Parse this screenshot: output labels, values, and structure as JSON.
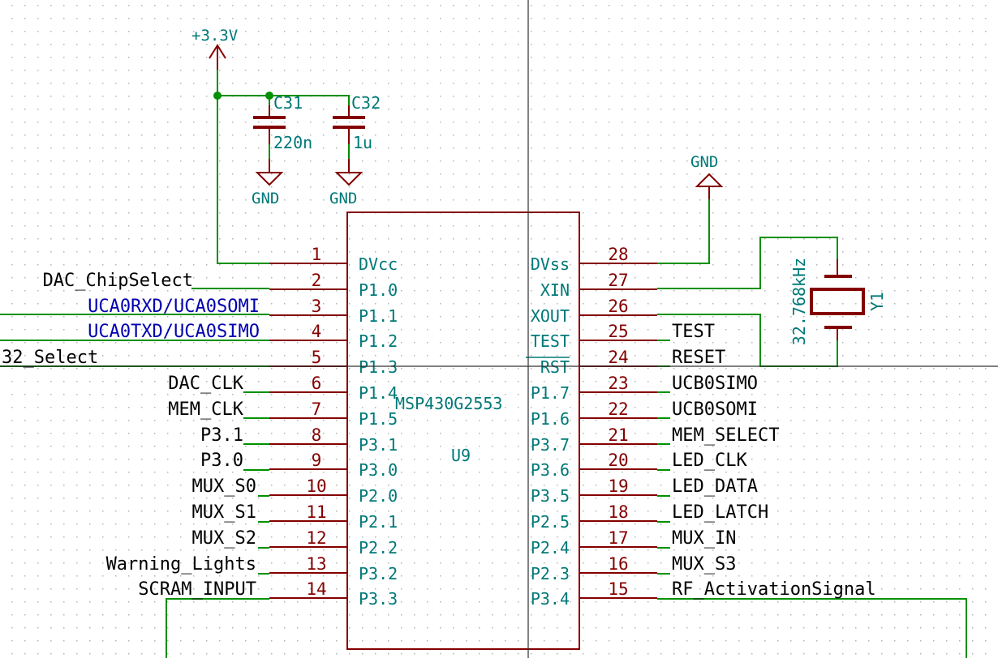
{
  "schematic": {
    "colors": {
      "wire": "#009000",
      "pin": "#840000",
      "component_text": "#007878",
      "net_label": "#000000",
      "hier_label": "#0000b0",
      "background": "#ffffff",
      "grid": "#b5b5b5",
      "crosshair": "#303030"
    },
    "power": {
      "vcc_label": "+3.3V",
      "gnd_labels": [
        "GND",
        "GND",
        "GND"
      ]
    },
    "capacitors": [
      {
        "ref": "C31",
        "value": "220n"
      },
      {
        "ref": "C32",
        "value": "1u"
      }
    ],
    "crystal": {
      "ref": "Y1",
      "value": "32.768kHz"
    },
    "ic": {
      "ref": "U9",
      "part": "MSP430G2553",
      "left_pins": [
        {
          "num": "1",
          "name": "DVcc",
          "net": ""
        },
        {
          "num": "2",
          "name": "P1.0",
          "net": "DAC_ChipSelect"
        },
        {
          "num": "3",
          "name": "P1.1",
          "net": "UCA0RXD/UCA0SOMI"
        },
        {
          "num": "4",
          "name": "P1.2",
          "net": "UCA0TXD/UCA0SIMO"
        },
        {
          "num": "5",
          "name": "P1.3",
          "net": "32_Select"
        },
        {
          "num": "6",
          "name": "P1.4",
          "net": "DAC_CLK"
        },
        {
          "num": "7",
          "name": "P1.5",
          "net": "MEM_CLK"
        },
        {
          "num": "8",
          "name": "P3.1",
          "net": "P3.1"
        },
        {
          "num": "9",
          "name": "P3.0",
          "net": "P3.0"
        },
        {
          "num": "10",
          "name": "P2.0",
          "net": "MUX_S0"
        },
        {
          "num": "11",
          "name": "P2.1",
          "net": "MUX_S1"
        },
        {
          "num": "12",
          "name": "P2.2",
          "net": "MUX_S2"
        },
        {
          "num": "13",
          "name": "P3.2",
          "net": "Warning_Lights"
        },
        {
          "num": "14",
          "name": "P3.3",
          "net": "SCRAM_INPUT"
        }
      ],
      "right_pins": [
        {
          "num": "28",
          "name": "DVss",
          "net": ""
        },
        {
          "num": "27",
          "name": "XIN",
          "net": ""
        },
        {
          "num": "26",
          "name": "XOUT",
          "net": ""
        },
        {
          "num": "25",
          "name": "TEST",
          "net": "TEST"
        },
        {
          "num": "24",
          "name": "RST",
          "net": "RESET"
        },
        {
          "num": "23",
          "name": "P1.7",
          "net": "UCB0SIMO"
        },
        {
          "num": "22",
          "name": "P1.6",
          "net": "UCB0SOMI"
        },
        {
          "num": "21",
          "name": "P3.7",
          "net": "MEM_SELECT"
        },
        {
          "num": "20",
          "name": "P3.6",
          "net": "LED_CLK"
        },
        {
          "num": "19",
          "name": "P3.5",
          "net": "LED_DATA"
        },
        {
          "num": "18",
          "name": "P2.5",
          "net": "LED_LATCH"
        },
        {
          "num": "17",
          "name": "P2.4",
          "net": "MUX_IN"
        },
        {
          "num": "16",
          "name": "P2.3",
          "net": "MUX_S3"
        },
        {
          "num": "15",
          "name": "P3.4",
          "net": "RF_ActivationSignal"
        }
      ]
    }
  }
}
